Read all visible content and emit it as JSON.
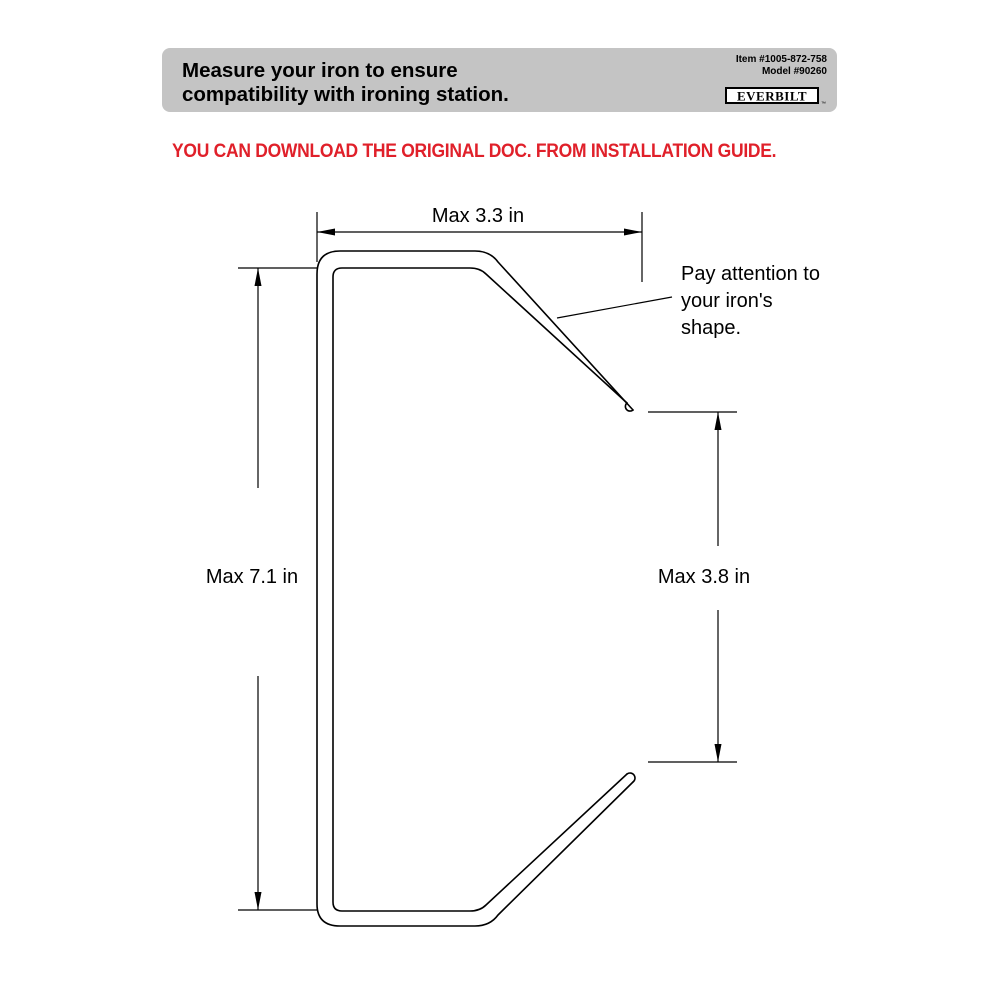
{
  "header": {
    "title_line1": "Measure your iron to ensure",
    "title_line2": "compatibility with ironing station.",
    "item_number": "Item #1005-872-758",
    "model_number": "Model #90260",
    "brand": "EVERBILT",
    "trademark": "™",
    "background_color": "#c4c4c4"
  },
  "notice": {
    "text": "YOU CAN DOWNLOAD THE ORIGINAL DOC. FROM INSTALLATION GUIDE.",
    "color": "#e0202a"
  },
  "diagram": {
    "width_label": "Max 3.3 in",
    "height_label": "Max 7.1 in",
    "opening_label": "Max 3.8 in",
    "callout_line1": "Pay attention to",
    "callout_line2": "your iron's",
    "callout_line3": "shape."
  }
}
